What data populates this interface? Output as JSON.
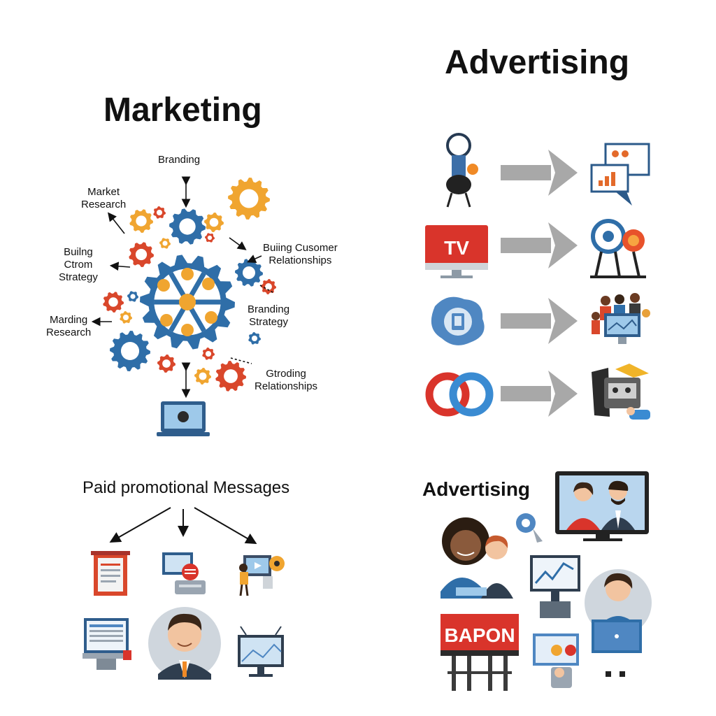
{
  "titles": {
    "marketing": "Marketing",
    "advertising": "Advertising",
    "paid_messages": "Paid promotional Messages",
    "advertising_small": "Advertising"
  },
  "marketing_labels": {
    "branding": "Branding",
    "market_research_1": "Market",
    "market_research_2": "Research",
    "building_strategy_1": "Builng",
    "building_strategy_2": "Ctrom",
    "building_strategy_3": "Strategy",
    "building_relationships_1": "Buiing Cusomer",
    "building_relationships_2": "Relationships",
    "branding_strategy_1": "Branding",
    "branding_strategy_2": "Strategy",
    "marding_research_1": "Marding",
    "marding_research_2": "Research",
    "grouding_relationships_1": "Gtroding",
    "grouding_relationships_2": "Relationships"
  },
  "advertising_rows": {
    "tv_label": "TV",
    "billboard_label": "BAPON"
  },
  "colors": {
    "gear_blue": "#2f6ea8",
    "gear_orange": "#f0a530",
    "gear_red": "#d9472b",
    "arrow_gray": "#a8a8a8",
    "tv_red": "#d9342b"
  }
}
